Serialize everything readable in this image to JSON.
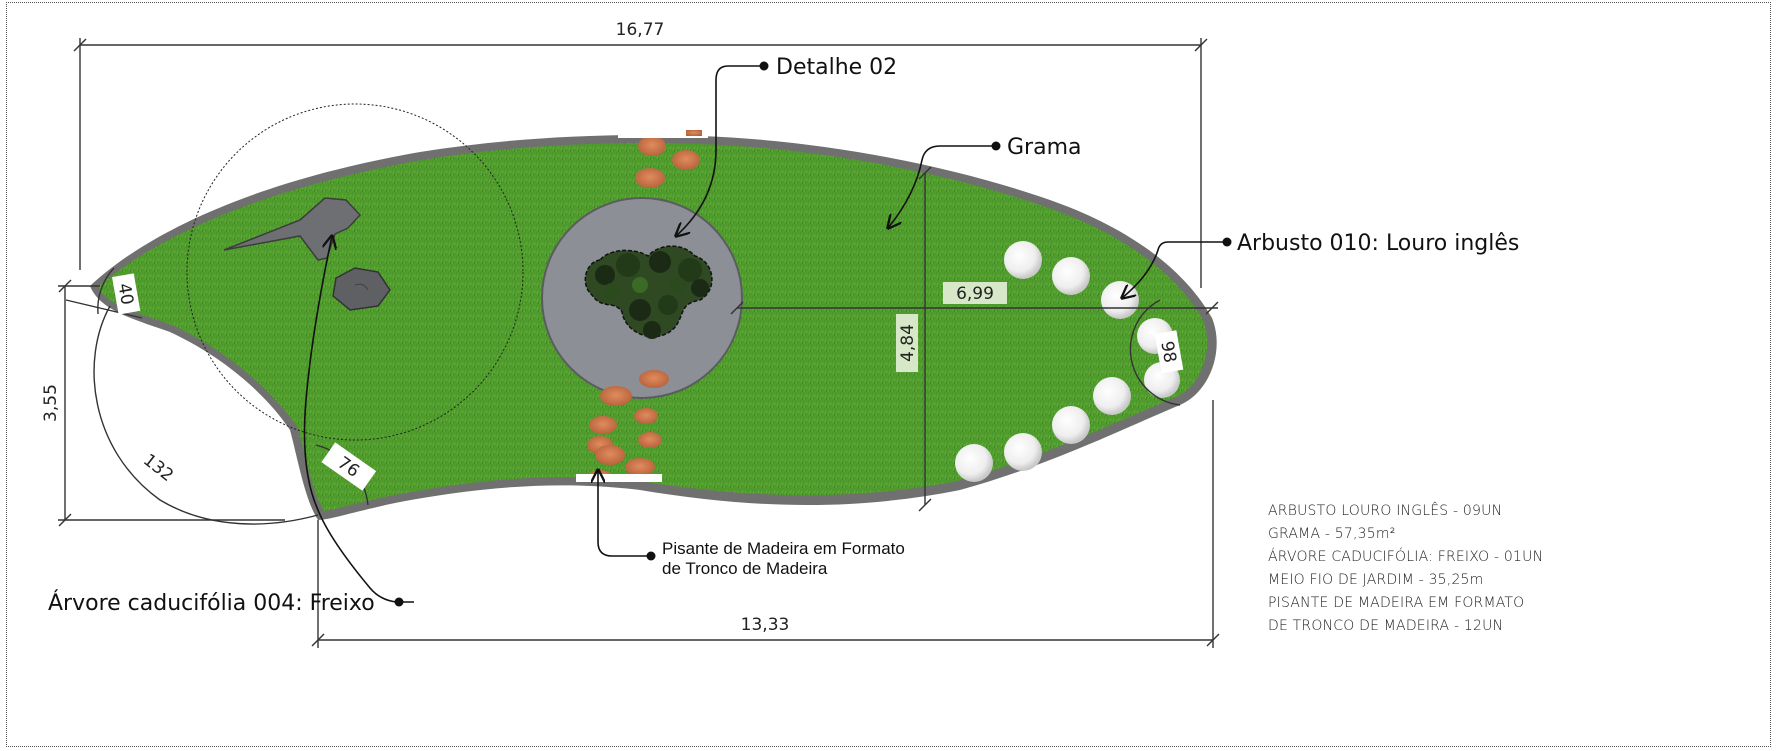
{
  "dimensions": {
    "top_width": "16,77",
    "bottom_width": "13,33",
    "left_height": "3,55",
    "center_height": "4,84",
    "right_span": "6,99",
    "tip_left": "40",
    "tip_right": "98",
    "arc_left": "132",
    "arc_corner": "76"
  },
  "callouts": {
    "detail": "Detalhe 02",
    "grass": "Grama",
    "shrub": "Arbusto 010: Louro inglês",
    "tree": "Árvore caducifólia 004: Freixo",
    "stepping_line1": "Pisante de Madeira em Formato",
    "stepping_line2": "de Tronco de Madeira"
  },
  "legend": [
    "ARBUSTO LOURO INGLÊS - 09UN",
    "GRAMA - 57,35m²",
    "ÁRVORE CADUCIFÓLIA: FREIXO - 01UN",
    "MEIO FIO DE JARDIM - 35,25m",
    "PISANTE DE MADEIRA EM FORMATO",
    "DE TRONCO DE MADEIRA - 12UN"
  ],
  "colors": {
    "grass": "#4f9a2c",
    "curb": "#6e6e6e",
    "stone_plaza": "#8c8f96",
    "wood_step": "#c8754a",
    "shrub": "#f4f4f4",
    "dim_label_bg": "#d6e8c8"
  }
}
